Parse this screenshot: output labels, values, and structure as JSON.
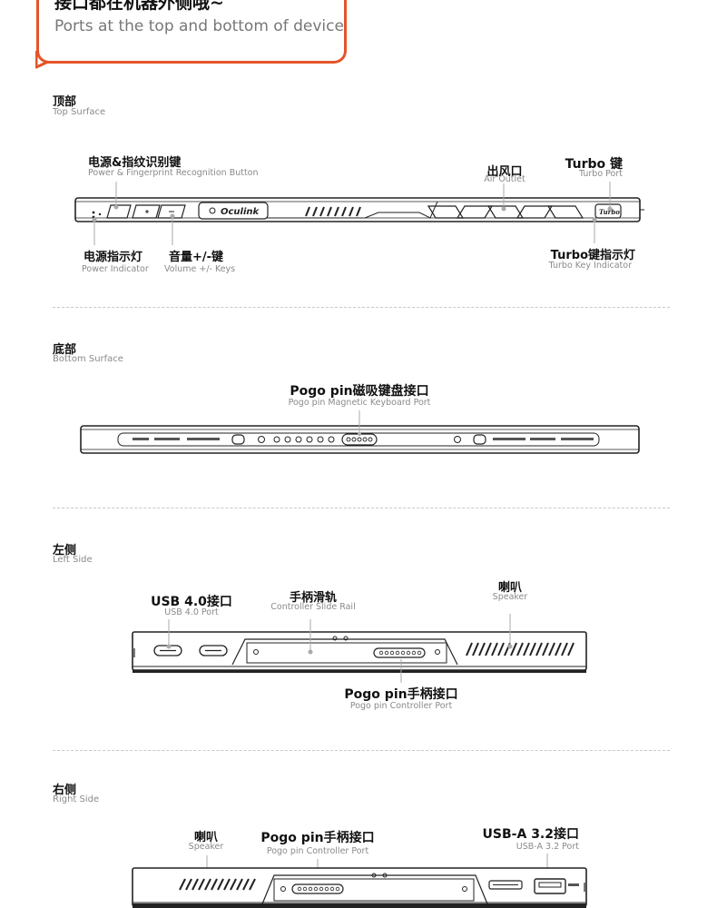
{
  "header": {
    "title_cn": "接口都在机器外侧哦~",
    "title_en": "Ports at the top and bottom of device",
    "accent": "#e4542a"
  },
  "top": {
    "title_cn": "顶部",
    "title_en": "Top Surface",
    "oculink": "Oculink",
    "turbo_badge": "Turbo",
    "labels": {
      "power_fp_cn": "电源&指纹识别键",
      "power_fp_en": "Power & Fingerprint Recognition Button",
      "air_cn": "出风口",
      "air_en": "Air Outlet",
      "turbo_cn": "Turbo 键",
      "turbo_en": "Turbo Port",
      "power_ind_cn": "电源指示灯",
      "power_ind_en": "Power Indicator",
      "vol_cn": "音量+/-键",
      "vol_en": "Volume +/- Keys",
      "turbo_ind_cn": "Turbo键指示灯",
      "turbo_ind_en": "Turbo Key Indicator"
    }
  },
  "bottom": {
    "title_cn": "底部",
    "title_en": "Bottom Surface",
    "pogo_cn": "Pogo pin磁吸键盘接口",
    "pogo_en": "Pogo pin Magnetic Keyboard Port"
  },
  "left": {
    "title_cn": "左侧",
    "title_en": "Left Side",
    "usb_cn": "USB 4.0接口",
    "usb_en": "USB 4.0 Port",
    "rail_cn": "手柄滑轨",
    "rail_en": "Controller Slide Rail",
    "speaker_cn": "喇叭",
    "speaker_en": "Speaker",
    "pogo_cn": "Pogo pin手柄接口",
    "pogo_en": "Pogo pin Controller Port"
  },
  "right": {
    "title_cn": "右侧",
    "title_en": "Right Side",
    "speaker_cn": "喇叭",
    "speaker_en": "Speaker",
    "pogo_cn": "Pogo pin手柄接口",
    "pogo_en": "Pogo pin Controller Port",
    "usba_cn": "USB-A 3.2接口",
    "usba_en": "USB-A 3.2 Port"
  }
}
